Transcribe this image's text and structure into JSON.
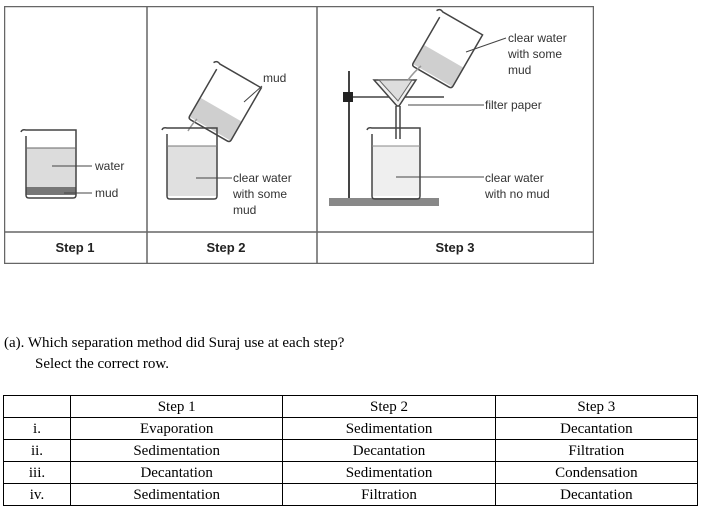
{
  "figure": {
    "step1": {
      "caption": "Step 1",
      "labels": {
        "water": "water",
        "mud": "mud"
      }
    },
    "step2": {
      "caption": "Step 2",
      "labels": {
        "mud": "mud",
        "clear_line1": "clear water",
        "clear_line2": "with some",
        "clear_line3": "mud"
      }
    },
    "step3": {
      "caption": "Step 3",
      "labels": {
        "top_line1": "clear water",
        "top_line2": "with some",
        "top_line3": "mud",
        "filter": "filter paper",
        "bottom_line1": "clear water",
        "bottom_line2": "with no mud"
      }
    }
  },
  "question": {
    "line1": "(a). Which separation method did Suraj use at each step?",
    "line2": "Select the correct row."
  },
  "table": {
    "headers": [
      "",
      "Step 1",
      "Step 2",
      "Step 3"
    ],
    "rows": [
      [
        "i.",
        "Evaporation",
        "Sedimentation",
        "Decantation"
      ],
      [
        "ii.",
        "Sedimentation",
        "Decantation",
        "Filtration"
      ],
      [
        "iii.",
        "Decantation",
        "Sedimentation",
        "Condensation"
      ],
      [
        "iv.",
        "Sedimentation",
        "Filtration",
        "Decantation"
      ]
    ]
  }
}
